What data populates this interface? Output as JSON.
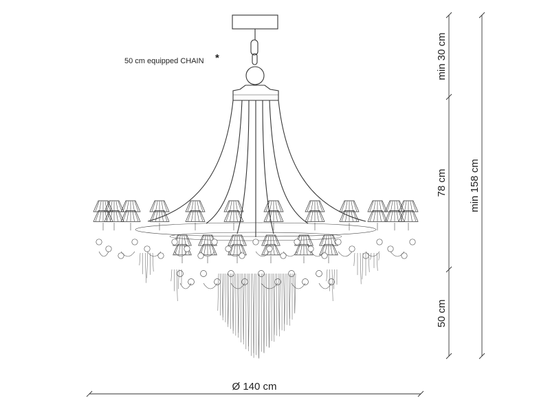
{
  "labels": {
    "chain_note": "50 cm equipped CHAIN",
    "chain_asterisk": "*",
    "diameter": "Ø 140 cm",
    "dim_chain": "min 30 cm",
    "dim_body": "78 cm",
    "dim_fringe": "50 cm",
    "dim_total": "min 158 cm"
  },
  "colors": {
    "line": "#333333",
    "text": "#222222",
    "background": "#ffffff"
  }
}
